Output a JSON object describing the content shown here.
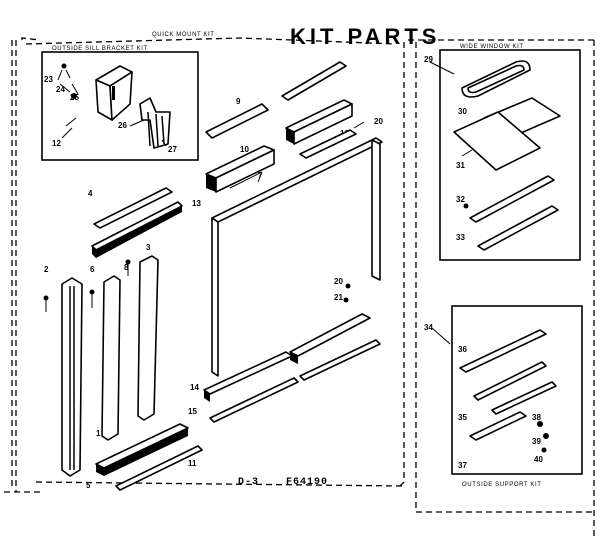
{
  "header": {
    "quick_mount": "QUICK MOUNT KIT",
    "title": "KIT PARTS"
  },
  "kits": {
    "outside_sill": "OUTSIDE SILL BRACKET KIT",
    "wide_window": "WIDE WINDOW KIT",
    "outside_support": "OUTSIDE SUPPORT KIT"
  },
  "footer": {
    "page": "D-3",
    "part_code": "F64190"
  },
  "callouts": {
    "c1": "12",
    "c2": "23",
    "c3": "24",
    "c4": "25",
    "c5": "26",
    "c6": "27",
    "c7": "9",
    "c8": "10",
    "c9": "7",
    "c10": "16",
    "c11": "20",
    "c12": "13",
    "c13": "4",
    "c14": "6",
    "c15": "2",
    "c16": "8",
    "c17": "3",
    "c18": "1",
    "c19": "20",
    "c20": "21",
    "c21": "14",
    "c22": "15",
    "c23": "5",
    "c24": "11",
    "c25": "29",
    "c26": "30",
    "c27": "31",
    "c28": "32",
    "c29": "33",
    "c30": "34",
    "c31": "36",
    "c32": "35",
    "c33": "37",
    "c34": "38",
    "c35": "39",
    "c36": "40"
  }
}
